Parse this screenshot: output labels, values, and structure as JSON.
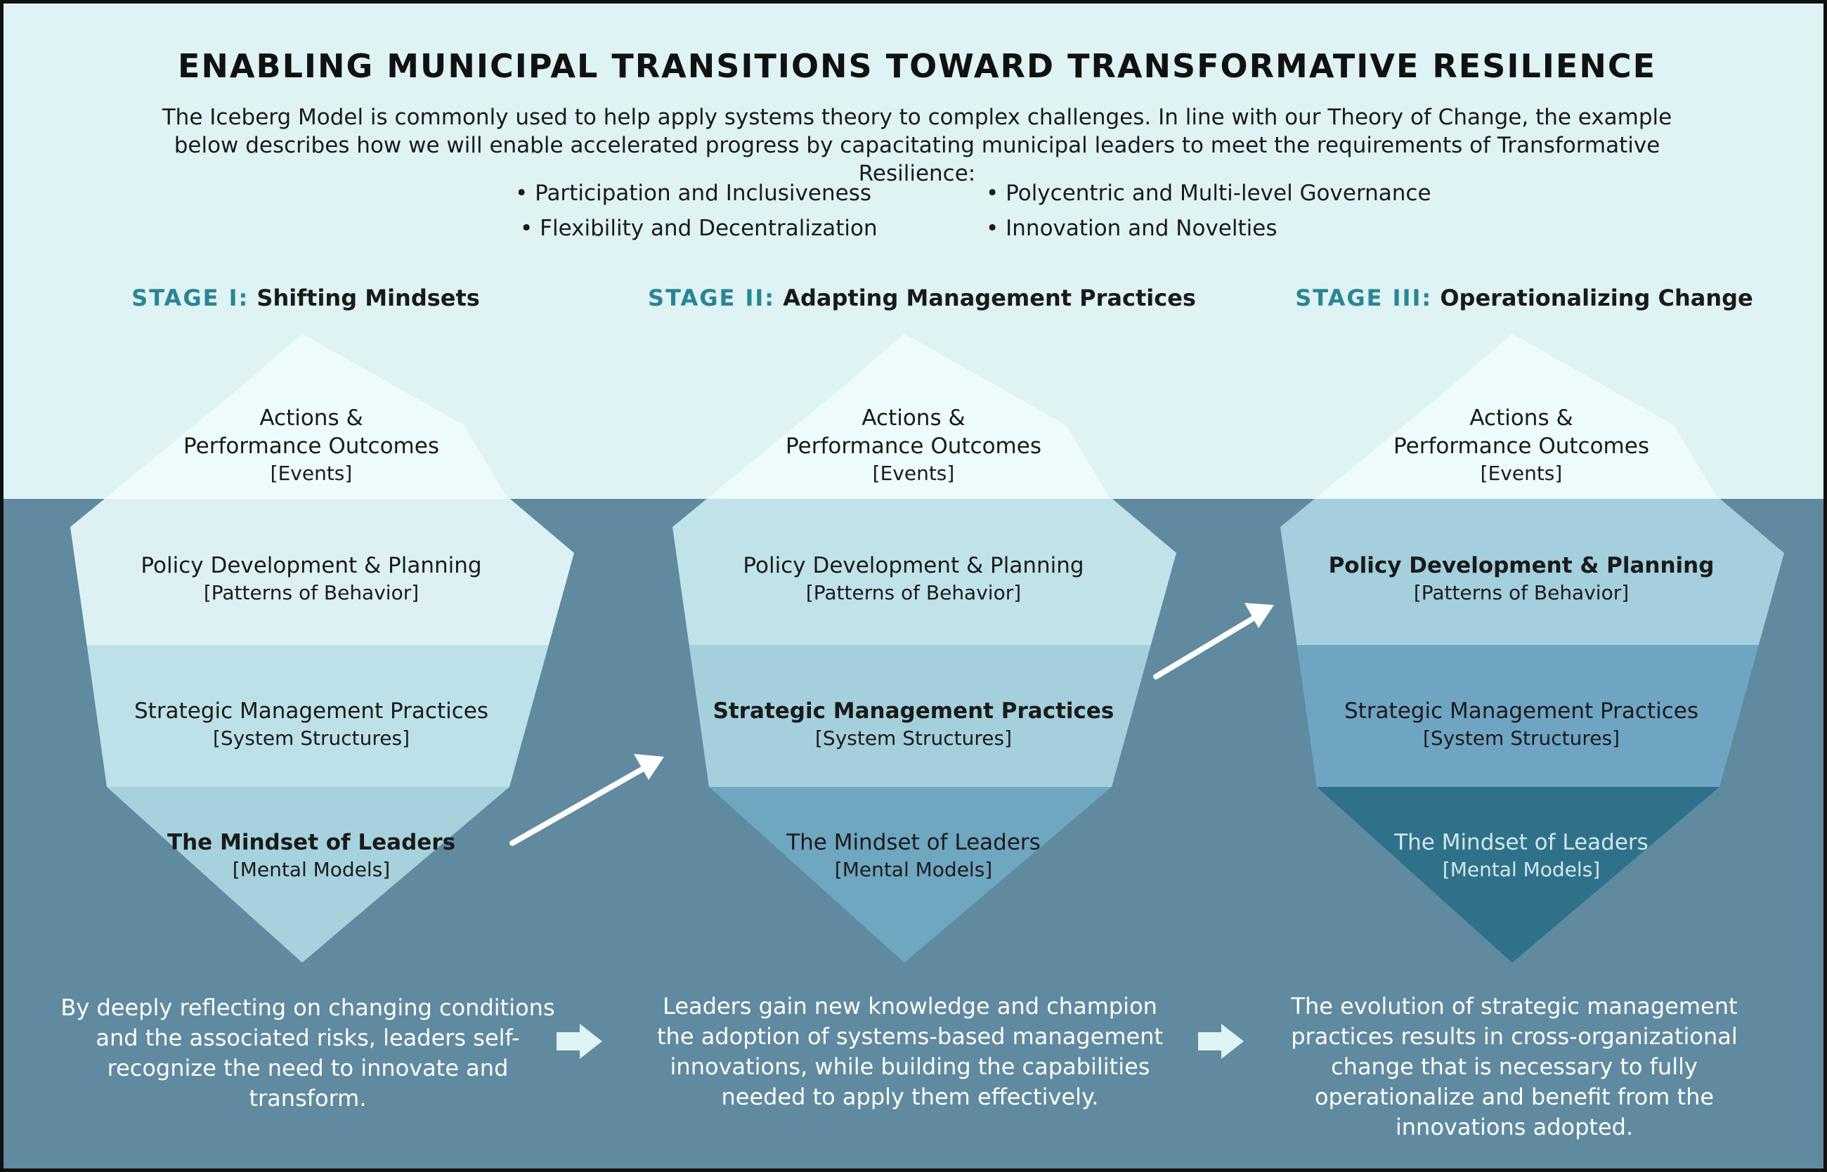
{
  "title": "ENABLING MUNICIPAL TRANSITIONS TOWARD TRANSFORMATIVE RESILIENCE",
  "intro": "The Iceberg Model is commonly used to help apply systems theory to complex challenges.  In line with our Theory of Change, the example below describes how we will enable accelerated progress by capacitating municipal leaders to meet the requirements of Transformative Resilience:",
  "bullets": [
    "• Participation and Inclusiveness",
    "• Flexibility and Decentralization",
    "• Polycentric and Multi-level Governance",
    "• Innovation and Novelties"
  ],
  "stages": [
    {
      "number": "STAGE I:",
      "name": "Shifting Mindsets",
      "levels": [
        {
          "main": "Actions &\nPerformance Outcomes",
          "sub": "[Events]"
        },
        {
          "main": "Policy Development & Planning",
          "sub": "[Patterns of Behavior]"
        },
        {
          "main": "Strategic Management Practices",
          "sub": "[System Structures]"
        },
        {
          "main": "The Mindset of Leaders",
          "sub": "[Mental Models]"
        }
      ],
      "highlighted_level": 3,
      "caption": "By deeply reflecting on changing conditions and the associated risks, leaders self-recognize the need to innovate and transform."
    },
    {
      "number": "STAGE II:",
      "name": "Adapting Management Practices",
      "levels": [
        {
          "main": "Actions &\nPerformance Outcomes",
          "sub": "[Events]"
        },
        {
          "main": "Policy Development & Planning",
          "sub": "[Patterns of Behavior]"
        },
        {
          "main": "Strategic Management Practices",
          "sub": "[System Structures]"
        },
        {
          "main": "The Mindset of Leaders",
          "sub": "[Mental Models]"
        }
      ],
      "highlighted_level": 2,
      "caption": "Leaders  gain new knowledge and champion the adoption of systems-based management innovations, while building the capabilities needed to apply them effectively."
    },
    {
      "number": "STAGE III:",
      "name": "Operationalizing Change",
      "levels": [
        {
          "main": "Actions &\nPerformance Outcomes",
          "sub": "[Events]"
        },
        {
          "main": "Policy Development & Planning",
          "sub": "[Patterns of Behavior]"
        },
        {
          "main": "Strategic Management Practices",
          "sub": "[System Structures]"
        },
        {
          "main": "The Mindset of Leaders",
          "sub": "[Mental Models]"
        }
      ],
      "highlighted_level": 1,
      "caption": "The evolution of strategic management practices results in cross-organizational change that is necessary to fully operationalize and benefit from the innovations adopted."
    }
  ],
  "colors": {
    "sky": "#dff3f5",
    "water": "#5f8aa0",
    "stage_label": "#2a8593",
    "ice_top": "#eefbfc",
    "stage1_bands": [
      "#ddf1f4",
      "#bde1e8",
      "#a6d2de"
    ],
    "stage2_bands": [
      "#c0e2e9",
      "#a4cfdc",
      "#6fa6c0"
    ],
    "stage3_bands": [
      "#a3cfde",
      "#6fa5c3",
      "#2f7189"
    ]
  }
}
